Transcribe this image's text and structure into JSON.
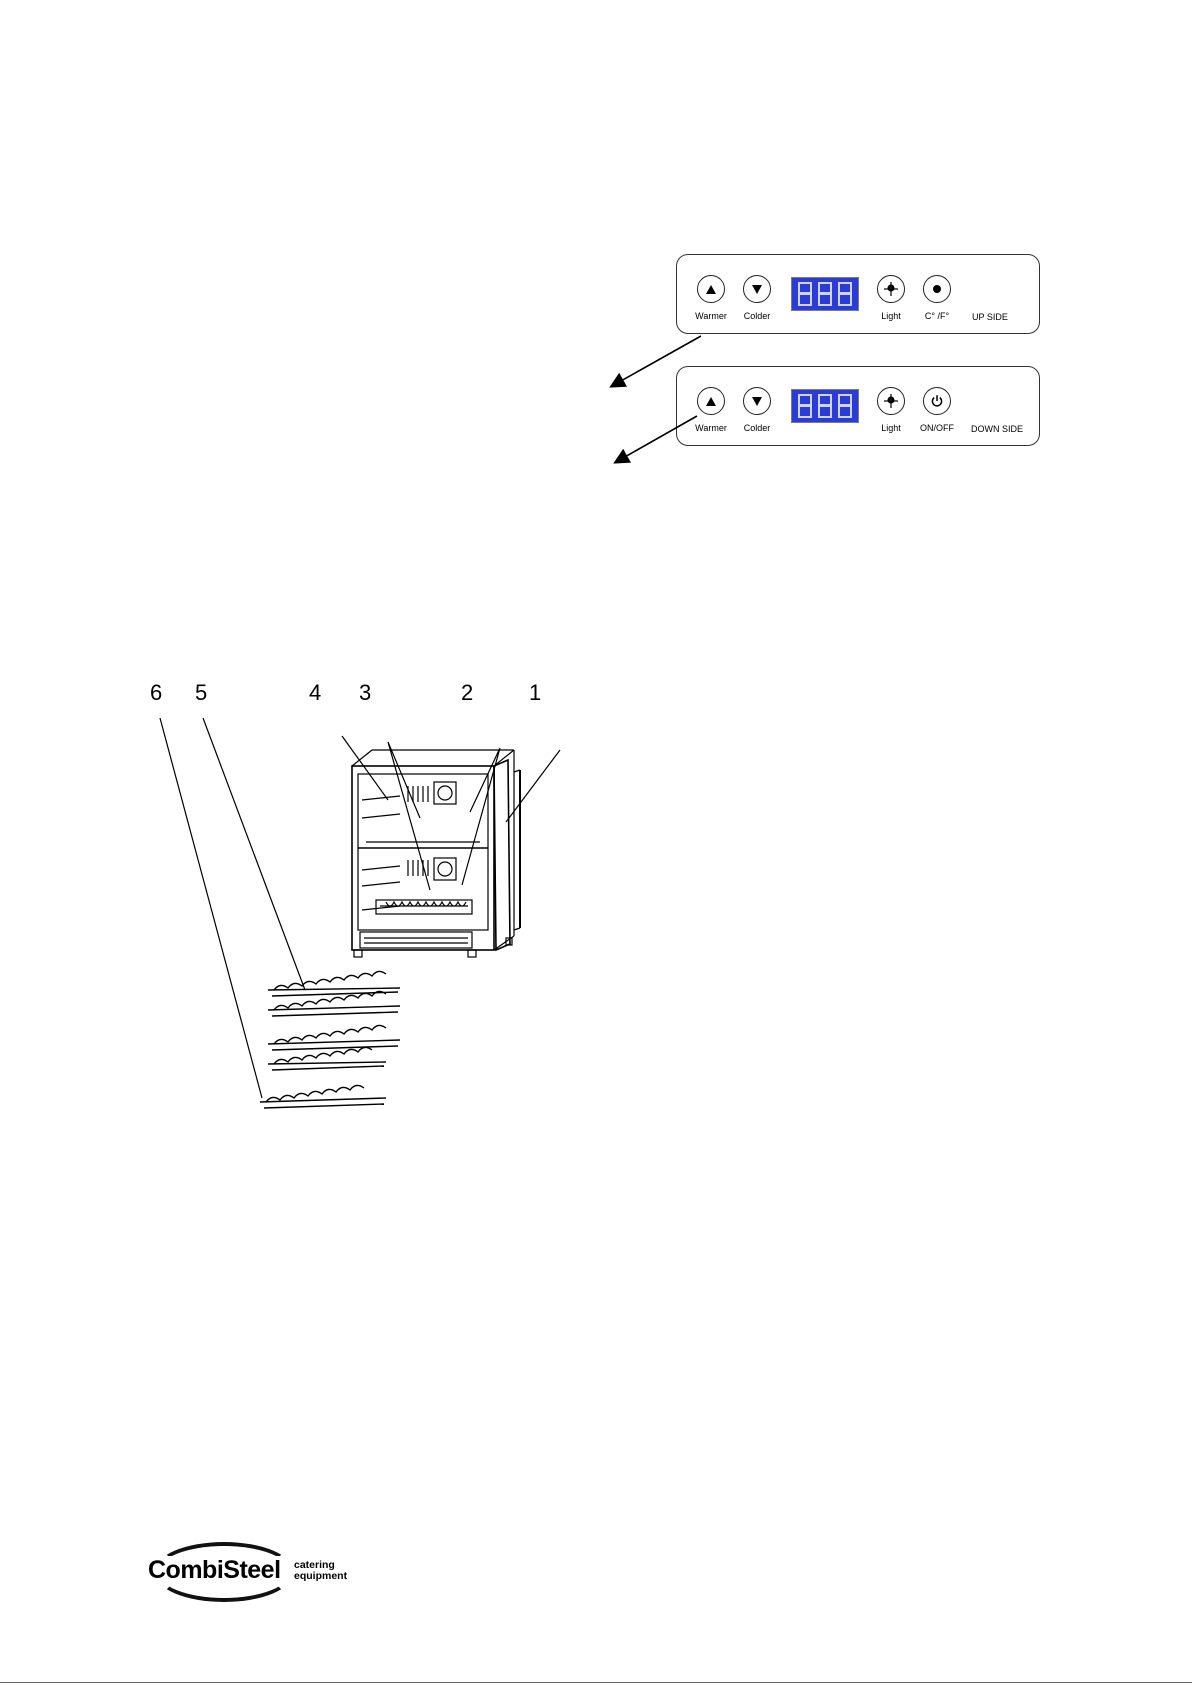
{
  "up_panel": {
    "warmer_label": "Warmer",
    "colder_label": "Colder",
    "light_label": "Light",
    "unit_label": "C° /F°",
    "side_label": "UP SIDE"
  },
  "down_panel": {
    "warmer_label": "Warmer",
    "colder_label": "Colder",
    "light_label": "Light",
    "power_label": "ON/OFF",
    "side_label": "DOWN SIDE"
  },
  "callouts": [
    "6",
    "5",
    "4",
    "3",
    "2",
    "1"
  ],
  "logo": {
    "name": "CombiSteel",
    "tagline_1": "catering",
    "tagline_2": "equipment"
  },
  "icons": {
    "warmer": "up-triangle-icon",
    "colder": "down-triangle-icon",
    "light": "bulb-icon",
    "unit": "dot-icon",
    "power": "power-icon"
  },
  "colors": {
    "display_bg": "#2a3bd6",
    "display_segments": "#cfd4ff"
  }
}
